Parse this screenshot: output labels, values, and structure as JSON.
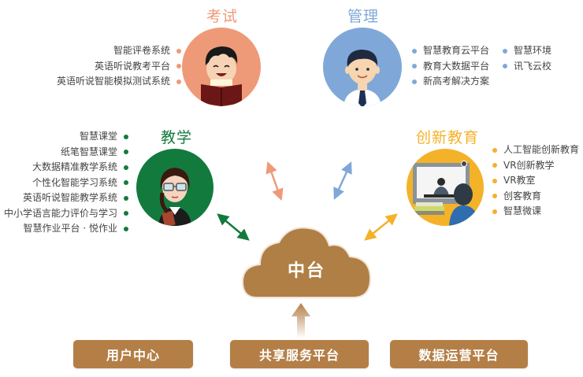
{
  "colors": {
    "exam": "#ee9a78",
    "management": "#7fa8d8",
    "teaching": "#137a3e",
    "innovation": "#f4b229",
    "platform": "#b47f47",
    "text": "#444444"
  },
  "categories": {
    "exam": {
      "title": "考试",
      "icon": "student-reading-avatar-icon",
      "items": [
        "智能评卷系统",
        "英语听说教考平台",
        "英语听说智能模拟测试系统"
      ]
    },
    "management": {
      "title": "管理",
      "icon": "administrator-avatar-icon",
      "items_col1": [
        "智慧教育云平台",
        "教育大数据平台",
        "新高考解决方案"
      ],
      "items_col2": [
        "智慧环境",
        "讯飞云校"
      ]
    },
    "teaching": {
      "title": "教学",
      "icon": "teacher-avatar-icon",
      "items": [
        "智慧课堂",
        "纸笔智慧课堂",
        "大数据精准教学系统",
        "个性化智能学习系统",
        "英语听说智能教学系统",
        "中小学语言能力评价与学习",
        "智慧作业平台 · 悦作业"
      ]
    },
    "innovation": {
      "title": "创新教育",
      "icon": "video-classroom-icon",
      "items": [
        "人工智能创新教育",
        "VR创新教学",
        "VR教室",
        "创客教育",
        "智慧微课"
      ]
    }
  },
  "center": {
    "label": "中台",
    "icon": "cloud-icon"
  },
  "foundation": {
    "buttons": [
      "用户中心",
      "共享服务平台",
      "数据运营平台"
    ]
  }
}
